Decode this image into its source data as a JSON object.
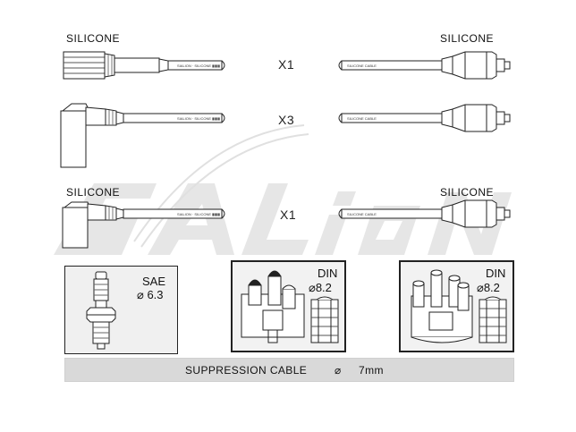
{
  "rows": [
    {
      "left_label": "SILICONE",
      "right_label": "SILICONE",
      "quantity": "X1"
    },
    {
      "left_label": "",
      "right_label": "",
      "quantity": "X3"
    },
    {
      "left_label": "SILICONE",
      "right_label": "SILICONE",
      "quantity": "X1"
    }
  ],
  "watermark": "SALION",
  "connectors": [
    {
      "name": "SAE",
      "diameter_symbol": "⌀",
      "diameter": "6.3"
    },
    {
      "name": "DIN",
      "diameter_symbol": "⌀",
      "diameter": "8.2"
    },
    {
      "name": "DIN",
      "diameter_symbol": "⌀",
      "diameter": "8.2"
    }
  ],
  "footer": {
    "cable_type": "SUPPRESSION CABLE",
    "diameter_symbol": "⌀",
    "diameter": "7mm"
  },
  "colors": {
    "box_fill": "#e6e6e6",
    "footer_fill": "#d9d9d9",
    "line": "#222222",
    "watermark": "#d8d8d8"
  }
}
